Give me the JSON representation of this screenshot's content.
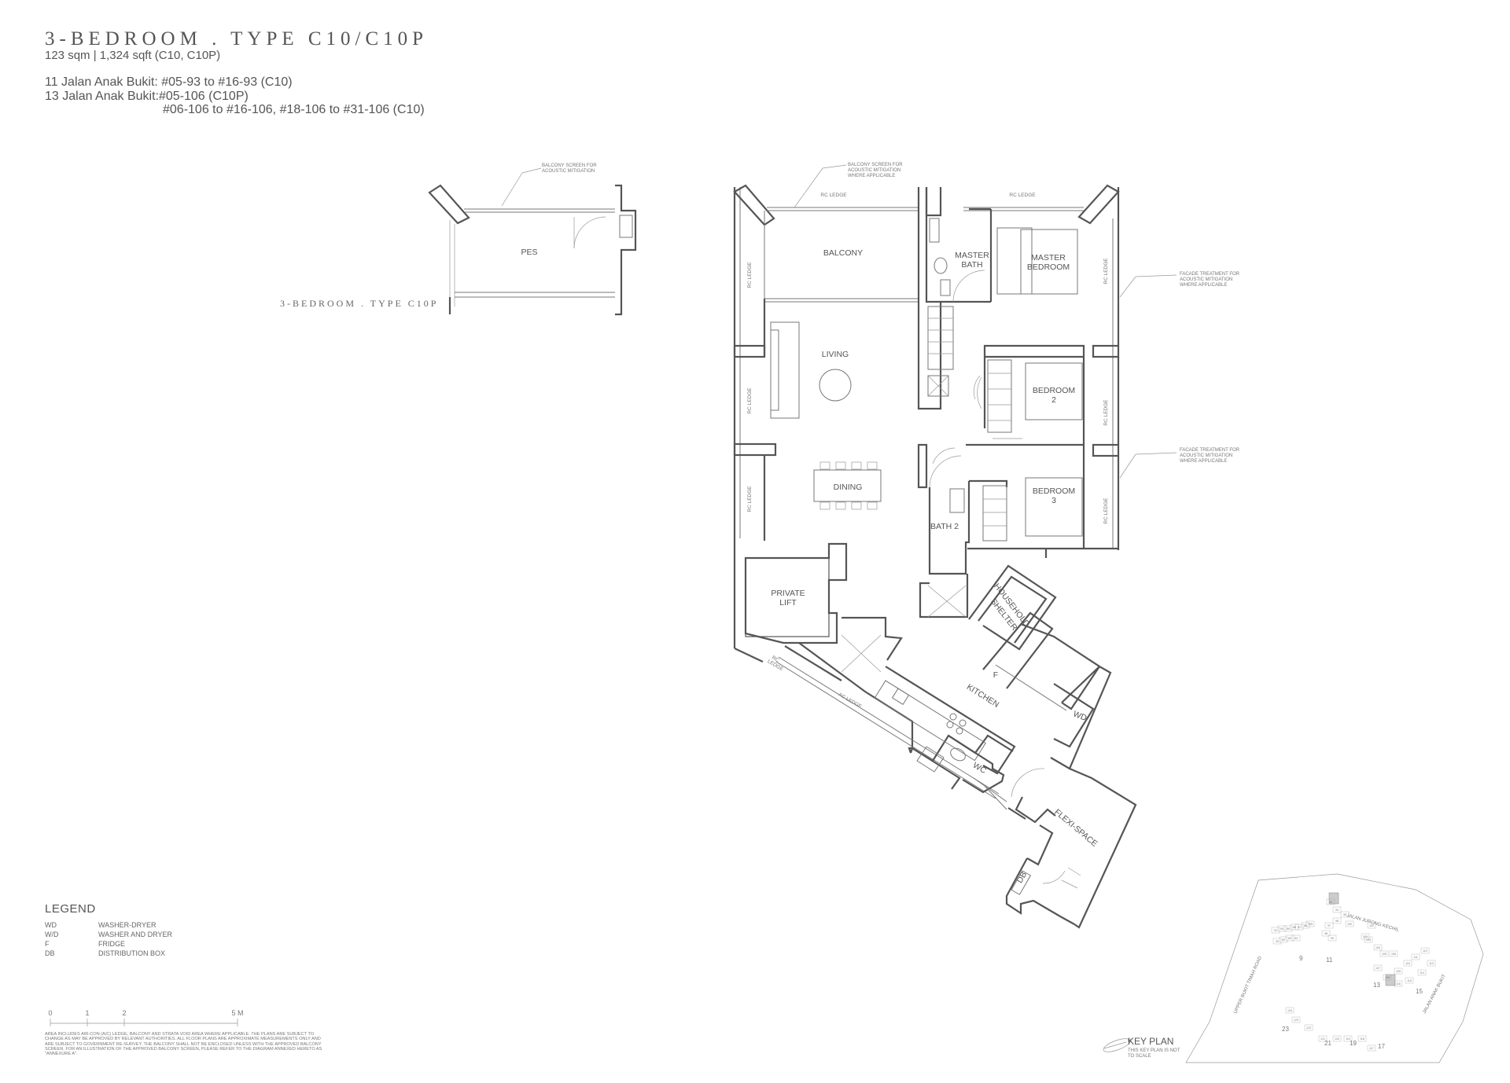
{
  "header": {
    "title": "3-BEDROOM . TYPE C10/C10P",
    "area": "123 sqm | 1,324 sqft (C10, C10P)",
    "address_lines": [
      "11 Jalan Anak Bukit: #05-93 to #16-93 (C10)",
      "13 Jalan Anak Bukit:#05-106 (C10P)"
    ],
    "address_continuation": "#06-106 to #16-106, #18-106 to #31-106 (C10)"
  },
  "inset": {
    "caption": "3-BEDROOM . TYPE C10P",
    "room": "PES",
    "note": [
      "BALCONY SCREEN FOR",
      "ACOUSTIC MITIGATION"
    ]
  },
  "rooms": {
    "balcony": "BALCONY",
    "master_bath": [
      "MASTER",
      "BATH"
    ],
    "master_bedroom": [
      "MASTER",
      "BEDROOM"
    ],
    "living": "LIVING",
    "bedroom2": [
      "BEDROOM",
      "2"
    ],
    "dining": "DINING",
    "bedroom3": [
      "BEDROOM",
      "3"
    ],
    "bath2": "BATH 2",
    "private_lift": [
      "PRIVATE",
      "LIFT"
    ],
    "household_shelter": [
      "HOUSEHOLD",
      "SHELTER"
    ],
    "kitchen": "KITCHEN",
    "fridge": "F",
    "wd": "WD",
    "wc": "WC",
    "flexi": "FLEXI-SPACE",
    "db": "DB"
  },
  "ledges": {
    "rc": "RC LEDGE",
    "ac": "AC LEDGE"
  },
  "notes": {
    "balcony_screen": [
      "BALCONY SCREEN FOR",
      "ACOUSTIC MITIGATION",
      "WHERE APPLICABLE"
    ],
    "facade1": [
      "FACADE TREATMENT FOR",
      "ACOUSTIC MITIGATION",
      "WHERE APPLICABLE"
    ],
    "facade2": [
      "FACADE TREATMENT FOR",
      "ACOUSTIC MITIGATION",
      "WHERE APPLICABLE"
    ]
  },
  "legend": {
    "title": "LEGEND",
    "items": [
      {
        "key": "WD",
        "value": "WASHER-DRYER"
      },
      {
        "key": "W/D",
        "value": "WASHER AND DRYER"
      },
      {
        "key": "F",
        "value": "FRIDGE"
      },
      {
        "key": "DB",
        "value": "DISTRIBUTION BOX"
      }
    ]
  },
  "scale": {
    "ticks": [
      "0",
      "1",
      "2",
      "5 M"
    ]
  },
  "disclaimer": "Area includes air-con (A/C) ledge, balcony and strata void area where applicable. The plans are subject to change as may be approved by relevant authorities. All floor plans are approximate measurements only and are subject to government re-survey. The balcony shall not be enclosed unless with the approved balcony screen. For an illustration of the approved balcony screen, please refer to the diagram annexed hereto as \"Annexure A\".",
  "keyplan": {
    "label": "KEY PLAN",
    "note": "THIS KEY PLAN IS NOT TO SCALE",
    "roads": [
      "JALAN JURONG KECHIL",
      "UPPER BUKIT TIMAH ROAD",
      "JALAN ANAK BUKIT"
    ],
    "block_numbers": [
      "9",
      "11",
      "13",
      "15",
      "17",
      "19",
      "21",
      "23"
    ],
    "unit_numbers": [
      "93",
      "94",
      "95",
      "96",
      "97",
      "98",
      "99",
      "100",
      "101",
      "102",
      "103",
      "104",
      "105",
      "106",
      "107",
      "108",
      "109",
      "110",
      "111",
      "112",
      "113",
      "114",
      "115",
      "116",
      "117",
      "118",
      "119",
      "120",
      "121",
      "122",
      "123",
      "124",
      "125",
      "86",
      "87",
      "88",
      "89",
      "90",
      "91",
      "92",
      "82",
      "83",
      "84",
      "85"
    ]
  }
}
